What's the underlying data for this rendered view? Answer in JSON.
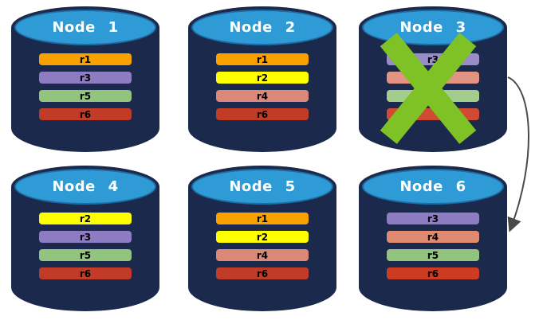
{
  "diagram": {
    "background": "#ffffff",
    "colors": {
      "cylinder_body": "#1B2A4C",
      "cylinder_top": "#2E9BD6",
      "cylinder_top_border": "#1E6CA3",
      "title_text": "#ffffff",
      "bar_text": "#000000",
      "x_mark": "#7EC226",
      "arrow": "#4a4a4a",
      "replica_palette": {
        "r1": "#F9A100",
        "r2": "#FFFF00",
        "r3": "#8E7CC3",
        "r4": "#DC8878",
        "r5": "#93C47D",
        "r6": "#C23B27"
      }
    },
    "nodes": [
      {
        "title": "Node 1",
        "failed": false,
        "bars": [
          {
            "label": "r1",
            "color": "#F9A100"
          },
          {
            "label": "r3",
            "color": "#8E7CC3"
          },
          {
            "label": "r5",
            "color": "#93C47D"
          },
          {
            "label": "r6",
            "color": "#C23B27"
          }
        ]
      },
      {
        "title": "Node 2",
        "failed": false,
        "bars": [
          {
            "label": "r1",
            "color": "#F9A100"
          },
          {
            "label": "r2",
            "color": "#FFFF00"
          },
          {
            "label": "r4",
            "color": "#DC8878"
          },
          {
            "label": "r6",
            "color": "#C23B27"
          }
        ]
      },
      {
        "title": "Node 3",
        "failed": true,
        "bars": [
          {
            "label": "r3",
            "color": "#9A8CC9"
          },
          {
            "label": "",
            "color": "#E29384"
          },
          {
            "label": "",
            "color": "#A2CD8C"
          },
          {
            "label": "",
            "color": "#D14B34"
          }
        ]
      },
      {
        "title": "Node 4",
        "failed": false,
        "bars": [
          {
            "label": "r2",
            "color": "#FFFF00"
          },
          {
            "label": "r3",
            "color": "#8E7CC3"
          },
          {
            "label": "r5",
            "color": "#93C47D"
          },
          {
            "label": "r6",
            "color": "#C23B27"
          }
        ]
      },
      {
        "title": "Node 5",
        "failed": false,
        "bars": [
          {
            "label": "r1",
            "color": "#F9A100"
          },
          {
            "label": "r2",
            "color": "#FFFF00"
          },
          {
            "label": "r4",
            "color": "#DC8878"
          },
          {
            "label": "r6",
            "color": "#C23B27"
          }
        ]
      },
      {
        "title": "Node 6",
        "failed": false,
        "bars": [
          {
            "label": "r3",
            "color": "#8E7CC3"
          },
          {
            "label": "r4",
            "color": "#E08A72"
          },
          {
            "label": "r5",
            "color": "#93C47D"
          },
          {
            "label": "r6",
            "color": "#CC3B22"
          }
        ]
      }
    ],
    "annotations": {
      "x_mark_on": "Node 3",
      "arrow_from": "Node 3",
      "arrow_to": "Node 6"
    }
  }
}
